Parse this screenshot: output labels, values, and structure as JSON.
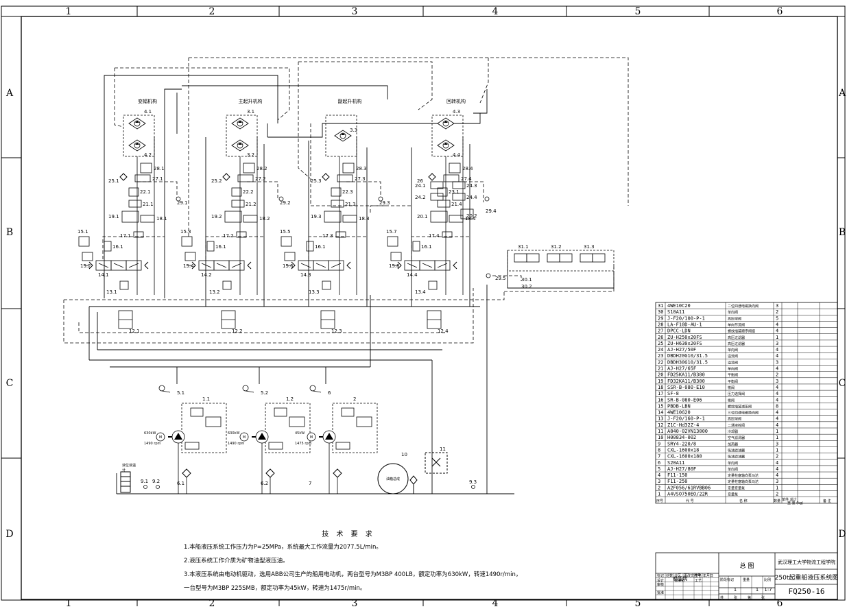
{
  "zones": {
    "columns": [
      "1",
      "2",
      "3",
      "4",
      "5",
      "6"
    ],
    "rows": [
      "A",
      "B",
      "C",
      "D"
    ]
  },
  "sections": [
    "变幅机构",
    "主起升机构",
    "副起升机构",
    "回转机构"
  ],
  "components": {
    "motors": [
      "4.1",
      "4.2",
      "3.1",
      "3.2",
      "3.3",
      "4.3",
      "4.4"
    ],
    "valves28": [
      "28.1",
      "28.2",
      "28.3",
      "28.4"
    ],
    "valves27": [
      "27.1",
      "27.2",
      "27.3",
      "27.4"
    ],
    "valves25": [
      "25.1",
      "25.2",
      "25.3",
      "26"
    ],
    "valves22": [
      "22.1",
      "22.2",
      "22.3",
      "23.1"
    ],
    "valves21": [
      "21.1",
      "21.2",
      "21.3",
      "21.4"
    ],
    "valves29": [
      "29.1",
      "29.2",
      "29.3",
      "29.4"
    ],
    "valves24": [
      "24.1",
      "24.2",
      "24.3",
      "24.4"
    ],
    "valves19": [
      "19.1",
      "19.2",
      "19.3",
      "20.1"
    ],
    "valves18": [
      "18.1",
      "18.2",
      "18.3",
      "18.4"
    ],
    "valves20": [
      "20.2"
    ],
    "valves17": [
      "17.1",
      "17.2",
      "17.3",
      "17.4"
    ],
    "valves15": [
      "15.1",
      "15.2",
      "15.3",
      "15.4",
      "15.5",
      "15.6",
      "15.7",
      "15.8"
    ],
    "valves16": [
      "16.1",
      "16.1",
      "16.1",
      "16.1"
    ],
    "valves14": [
      "14.1",
      "14.2",
      "14.3",
      "14.4"
    ],
    "valves13": [
      "13.1",
      "13.2",
      "13.3",
      "13.4"
    ],
    "valves12": [
      "12.1",
      "12.2",
      "12.3",
      "12.4"
    ],
    "valves31": [
      "31.1",
      "31.2",
      "31.3"
    ],
    "valves30": [
      "29.5",
      "30.1",
      "30.2"
    ],
    "pumps": [
      "1.1",
      "1.2",
      "2"
    ],
    "gauges5": [
      "5.1",
      "5.2",
      "6"
    ],
    "filters": [
      "6.1",
      "6.2",
      "7"
    ],
    "misc": [
      "9.1",
      "9.2",
      "9.3",
      "10",
      "11"
    ],
    "motor_speed": [
      "1490 rpm",
      "1490 rpm",
      "1475 rpm"
    ],
    "motor_label": [
      "630kW",
      "630kW",
      "45kW"
    ],
    "tank_label": "油箱总成",
    "level_label": [
      "液位液温",
      "计"
    ]
  },
  "bom": {
    "rows": [
      [
        "31",
        "4WE10C20",
        "二位四通电磁换向阀",
        "3"
      ],
      [
        "30",
        "S10A11",
        "单向阀",
        "2"
      ],
      [
        "29",
        "J-F20/100-P-1",
        "高压球阀",
        "5"
      ],
      [
        "28",
        "LA-F10D-AU-1",
        "单向节流阀",
        "4"
      ],
      [
        "27",
        "DPCC-LDN",
        "螺纹插装顺序阀组",
        "4"
      ],
      [
        "26",
        "ZU-H250x20FS",
        "高压过滤器",
        "1"
      ],
      [
        "25",
        "ZU-H630x20FS",
        "高压过滤器",
        "3"
      ],
      [
        "24",
        "AJ-H27/50F",
        "单向阀",
        "4"
      ],
      [
        "23",
        "DBDH20G10/31.5",
        "溢流阀",
        "4"
      ],
      [
        "22",
        "DBDH30G10/31.5",
        "溢流阀",
        "3"
      ],
      [
        "21",
        "AJ-H27/65F",
        "单向阀",
        "4"
      ],
      [
        "20",
        "FD25KA11/B300",
        "平衡阀",
        "2"
      ],
      [
        "19",
        "FD32KA11/B300",
        "平衡阀",
        "3"
      ],
      [
        "18",
        "SSR-B-080-E10",
        "梭阀",
        "4"
      ],
      [
        "17",
        "SF-8",
        "压力选择阀",
        "4"
      ],
      [
        "16",
        "SR-B-080-E06",
        "梭阀",
        "4"
      ],
      [
        "15",
        "PBDB-LBN",
        "螺纹插装减压阀",
        "8"
      ],
      [
        "14",
        "4WE10G20",
        "三位四通电磁换向阀",
        "4"
      ],
      [
        "13",
        "J-F20/160-P-1",
        "高压球阀",
        "4"
      ],
      [
        "12",
        "Z1C-Hd32Z-4",
        "二通液控阀",
        "4"
      ],
      [
        "11",
        "A840-02VN13000",
        "冷却器",
        "1"
      ],
      [
        "10",
        "H00834-002",
        "空气滤清器",
        "1"
      ],
      [
        "9",
        "SRY4-220/8",
        "加热器",
        "3"
      ],
      [
        "8",
        "CXL-1600x18",
        "吸油滤油器",
        "1"
      ],
      [
        "7",
        "CXL-1600x180",
        "吸油滤油器",
        "2"
      ],
      [
        "6",
        "S20A11",
        "单向阀",
        "4"
      ],
      [
        "5",
        "AJ-H27/80F",
        "单向阀",
        "4"
      ],
      [
        "4",
        "F11-150",
        "定量柱塞轴向泵马达",
        "4"
      ],
      [
        "3",
        "F11-250",
        "定量柱塞轴向泵马达",
        "3"
      ],
      [
        "2",
        "A2F056/61RVBB06",
        "定量变量泵",
        "1"
      ],
      [
        "1",
        "A4VSO750EO/22R",
        "变量泵",
        "2"
      ]
    ],
    "headers": [
      "序号",
      "代 号",
      "名 称",
      "数量",
      "单件 总计",
      "重 量 (kg)",
      "备 注"
    ]
  },
  "notes": {
    "title": "技 术 要 求",
    "items": [
      "1.本船液压系统工作压力为P=25MPa，系统最大工作流量为2077.5L/min。",
      "2.液压系统工作介质为矿物油型液压油。",
      "3.本液压系统由电动机驱动，选用ABB公司生产的船用电动机，两台型号为M3BP 400LB，额定功率为630kW，转速1490r/min，",
      "一台型号为M3BP 225SMB，额定功率为45kW，转速为1475r/min。"
    ]
  },
  "title_block": {
    "drawing_name": "总 图",
    "school": "武汉理工大学物流工程学院",
    "title": "250t起重船液压系统图",
    "code": "FQ250-16",
    "scale": "1:7",
    "sheet_count": "1",
    "sheet_no": "1",
    "labels": [
      "标记",
      "处数",
      "分区",
      "更改文件号",
      "签名",
      "年月日",
      "设计",
      "标准化",
      "审核",
      "工艺",
      "批准",
      "阶段标记",
      "重量",
      "比例",
      "共",
      "张",
      "第",
      "张"
    ],
    "designer": "杨亚明"
  }
}
